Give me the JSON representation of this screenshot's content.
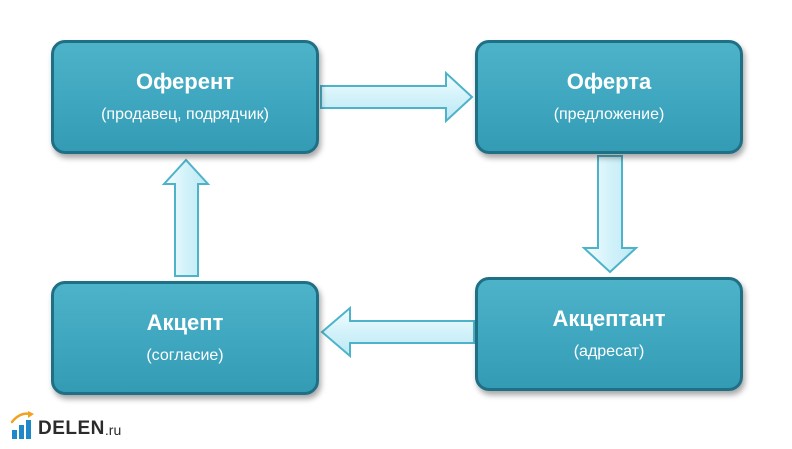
{
  "nodes": {
    "oferent": {
      "title": "Оферент",
      "subtitle": "(продавец, подрядчик)"
    },
    "oferta": {
      "title": "Оферта",
      "subtitle": "(предложение)"
    },
    "akceptant": {
      "title": "Акцептант",
      "subtitle": "(адресат)"
    },
    "akcept": {
      "title": "Акцепт",
      "subtitle": "(согласие)"
    }
  },
  "edges": [
    {
      "from": "Оферент",
      "to": "Оферта"
    },
    {
      "from": "Оферта",
      "to": "Акцептант"
    },
    {
      "from": "Акцептант",
      "to": "Акцепт"
    },
    {
      "from": "Акцепт",
      "to": "Оферент"
    }
  ],
  "colors": {
    "box_fill": "#3ea6bf",
    "box_border": "#1f6f85",
    "arrow_fill": "#d6f3fb",
    "arrow_border": "#4db3c9"
  },
  "watermark": {
    "name": "DELEN",
    "tld": ".ru"
  }
}
